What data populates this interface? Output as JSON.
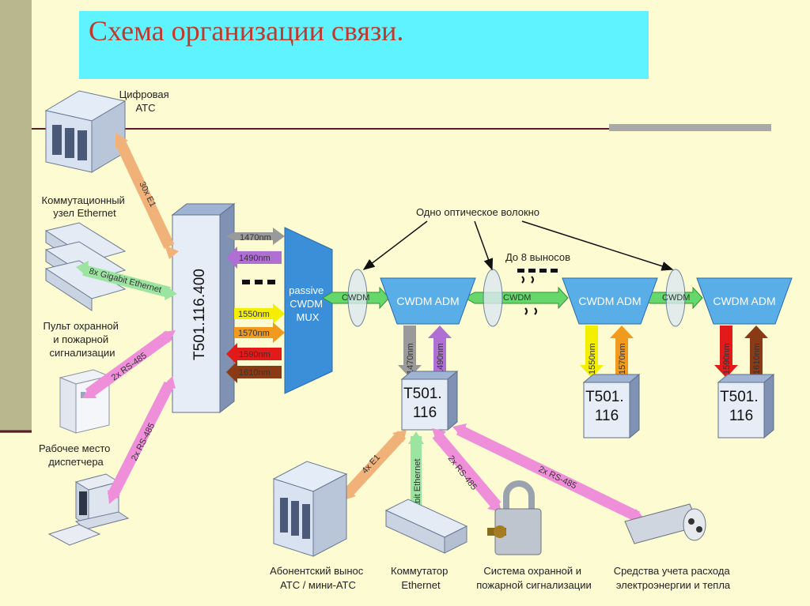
{
  "title": "Схема организации связи.",
  "colors": {
    "background": "#fcfbd2",
    "title_box": "#5ff3ff",
    "title_text": "#c0392b",
    "adm_fill": "#59aee8",
    "node_pink": "#f08fd9"
  },
  "labels": {
    "digital_pbx": [
      "Цифровая",
      "АТС"
    ],
    "ethernet_node": [
      "Коммутационный",
      "узел Ethernet"
    ],
    "security_console": [
      "Пульт охранной",
      "и пожарной",
      "сигнализации"
    ],
    "dispatcher": [
      "Рабочее место",
      "диспетчера"
    ],
    "main_unit": "T501.116.400",
    "mux": [
      "passive",
      "CWDM",
      "MUX"
    ],
    "one_fiber": "Одно оптическое волокно",
    "up_to_8": "До 8 выносов",
    "cwdm": "CWDM",
    "adm": "CWDM ADM",
    "t501_line1": "T501.",
    "t501_line2": "116",
    "bottom": {
      "subscriber": [
        "Абонентский вынос",
        "АТС / мини-АТС"
      ],
      "switch": [
        "Коммутатор",
        "Ethernet"
      ],
      "security": [
        "Система охранной и",
        "пожарной сигнализации"
      ],
      "metering": [
        "Средства учета расхода",
        "электроэнергии и тепла"
      ]
    }
  },
  "links": {
    "e1_30": "30x E1",
    "gbe_8": "8x Gigabit Ethernet",
    "rs485_2": "2x RS-485",
    "e1_4": "4x E1",
    "gbe": "Gigabit Ethernet"
  },
  "wavelengths": [
    "1470nm",
    "1490nm",
    "1550nm",
    "1570nm",
    "1590nm",
    "1610nm"
  ],
  "dashes": "- - -"
}
